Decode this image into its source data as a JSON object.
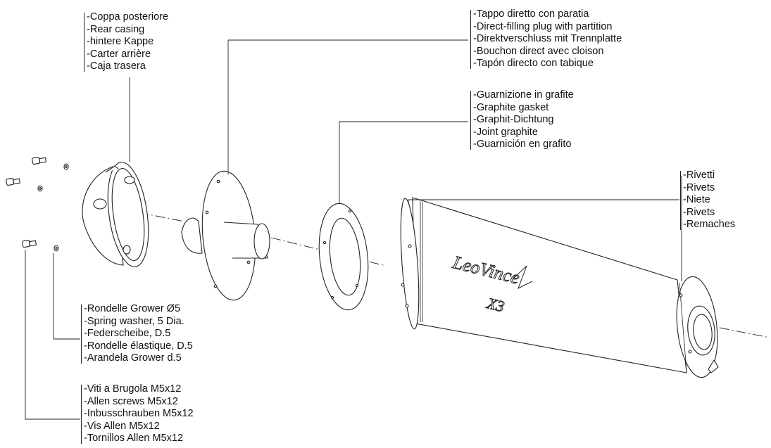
{
  "callouts": {
    "rear_casing": [
      "Coppa posteriore",
      "Rear casing",
      "hintere Kappe",
      "Carter arrière",
      "Caja trasera"
    ],
    "plug": [
      "Tappo diretto con paratia",
      "Direct-filling plug with partition",
      "Direktverschluss mit Trennplatte",
      "Bouchon direct avec cloison",
      "Tapón directo con tabique"
    ],
    "gasket": [
      "Guarnizione in grafite",
      "Graphite gasket",
      "Graphit-Dichtung",
      "Joint graphite",
      "Guarnición en grafito"
    ],
    "rivets": [
      "Rivetti",
      "Rivets",
      "Niete",
      "Rivets",
      "Remaches"
    ],
    "spring_washer": [
      "Rondelle Grower Ø5",
      "Spring washer, 5 Dia.",
      "Federscheibe, D.5",
      "Rondelle élastique, D.5",
      "Arandela Grower d.5"
    ],
    "allen_screws": [
      "Viti a Brugola M5x12",
      "Allen screws M5x12",
      "Inbusschrauben M5x12",
      "Vis Allen M5x12",
      "Tornillos Allen M5x12"
    ]
  },
  "brand": {
    "logo_text": "LeoVince",
    "logo_mark": "X3"
  },
  "colors": {
    "line": "#222222",
    "fill": "#ffffff",
    "text": "#111111"
  }
}
